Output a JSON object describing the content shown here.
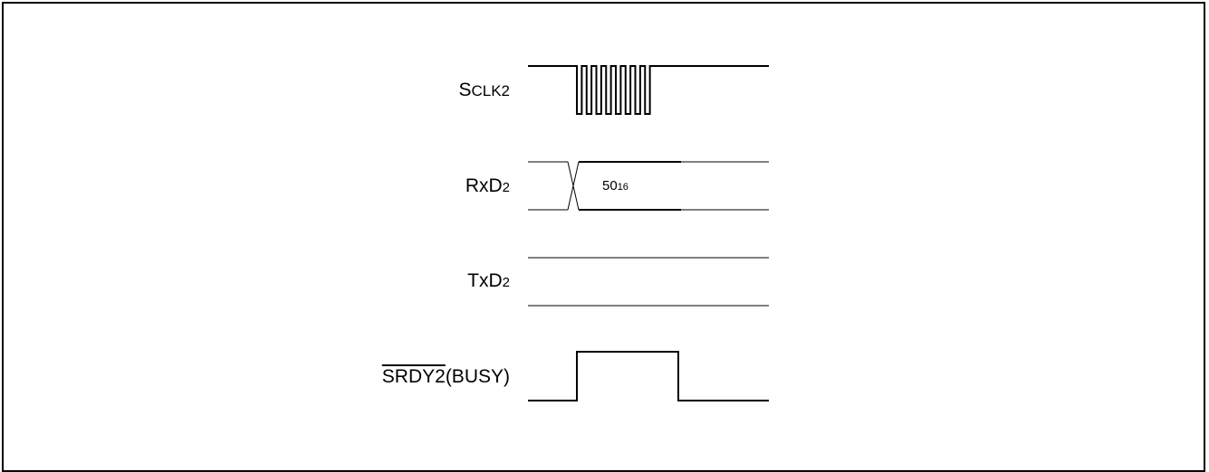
{
  "signals": {
    "sclk": {
      "main": "S",
      "rest": "CLK2"
    },
    "rxd": {
      "main": "RxD",
      "sub": "2"
    },
    "txd": {
      "main": "TxD",
      "sub": "2"
    },
    "srdy": {
      "overlined": "SRDY2",
      "suffix": "(BUSY)"
    }
  },
  "rx_value": {
    "main": "50",
    "sub": "16"
  },
  "sclk_pulses": 8,
  "colors": {
    "line": "#000000",
    "background": "#ffffff"
  }
}
